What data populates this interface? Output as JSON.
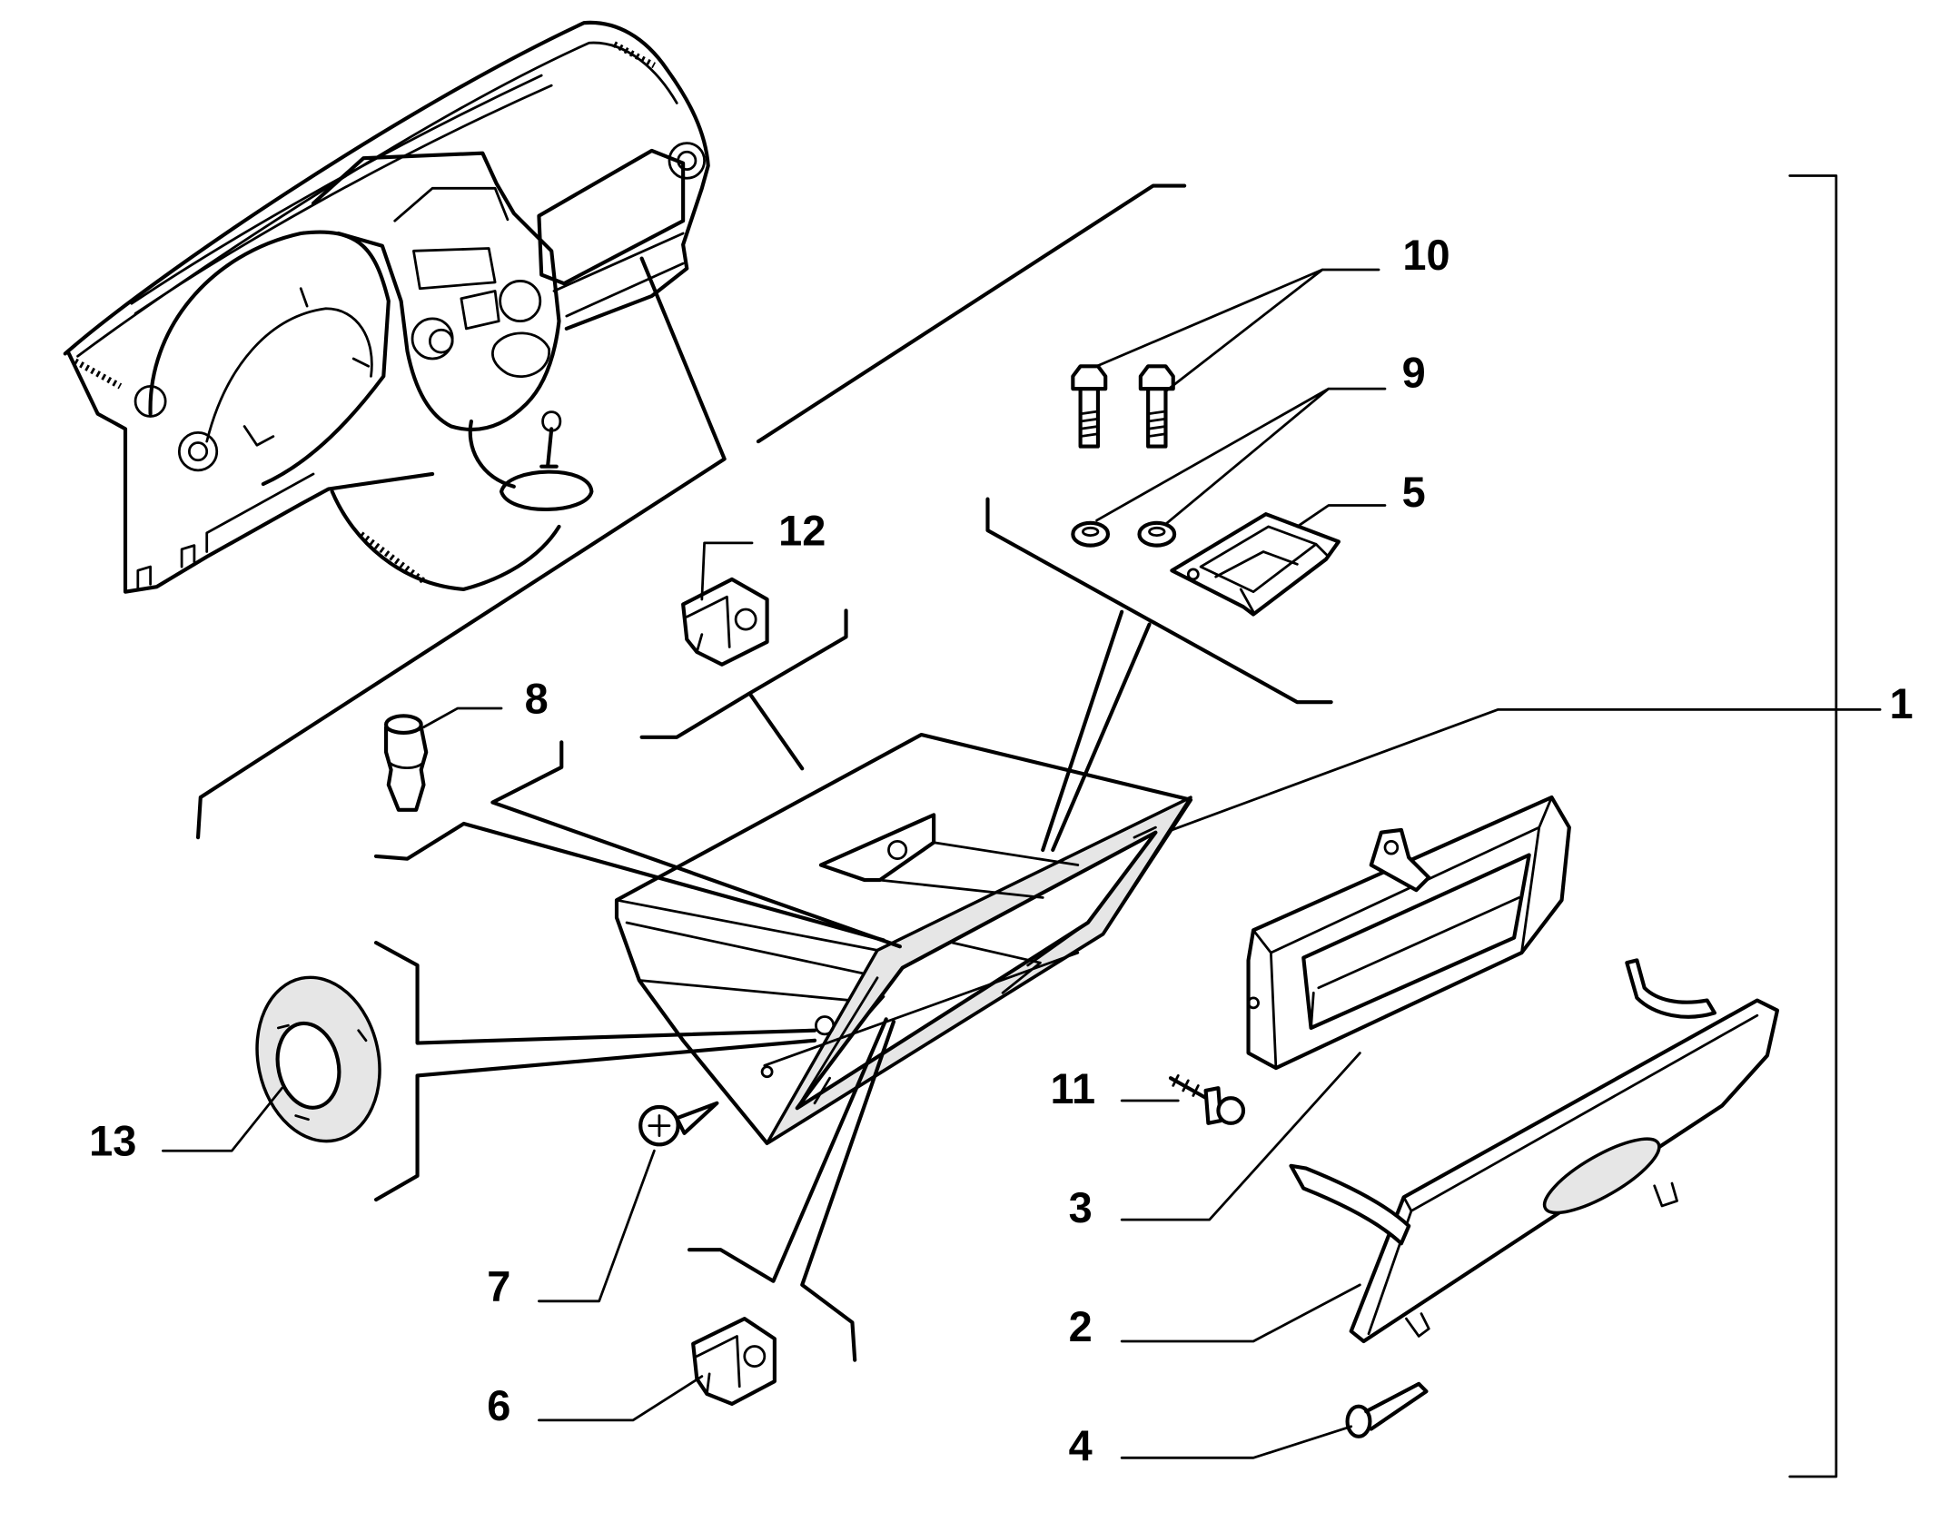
{
  "callout_labels": [
    "1",
    "2",
    "3",
    "4",
    "5",
    "6",
    "7",
    "8",
    "9",
    "10",
    "11",
    "12",
    "13"
  ],
  "colors": {
    "line": "#000000",
    "background": "#ffffff"
  }
}
